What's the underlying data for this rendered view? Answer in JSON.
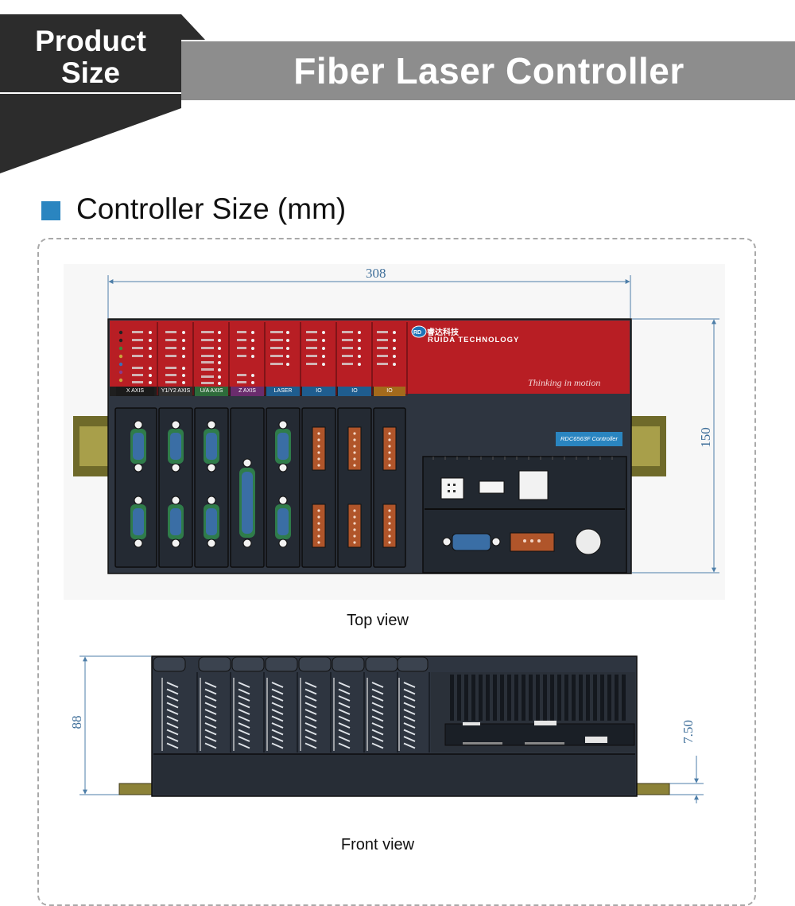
{
  "header": {
    "badge_line1": "Product",
    "badge_line2": "Size",
    "title": "Fiber Laser Controller"
  },
  "section": {
    "title": "Controller Size (mm)"
  },
  "top_view": {
    "caption": "Top view",
    "width_label": "308",
    "height_label": "150",
    "brand": "RUIDA TECHNOLOGY",
    "brand_cn": "睿达科技",
    "slogan": "Thinking in motion",
    "model": "RDC6563F Controller",
    "modules": [
      "X AXIS",
      "Y1/Y2 AXIS",
      "U/A AXIS",
      "Z AXIS",
      "LASER",
      "IO",
      "IO",
      "IO"
    ]
  },
  "front_view": {
    "caption": "Front view",
    "height_label": "88",
    "rail_label": "7.50"
  },
  "colors": {
    "accent": "#2a85c0",
    "header_gray": "#8d8d8d",
    "badge_dark": "#2c2c2c",
    "panel_red": "#b81e24",
    "body_dark": "#2e3540"
  }
}
